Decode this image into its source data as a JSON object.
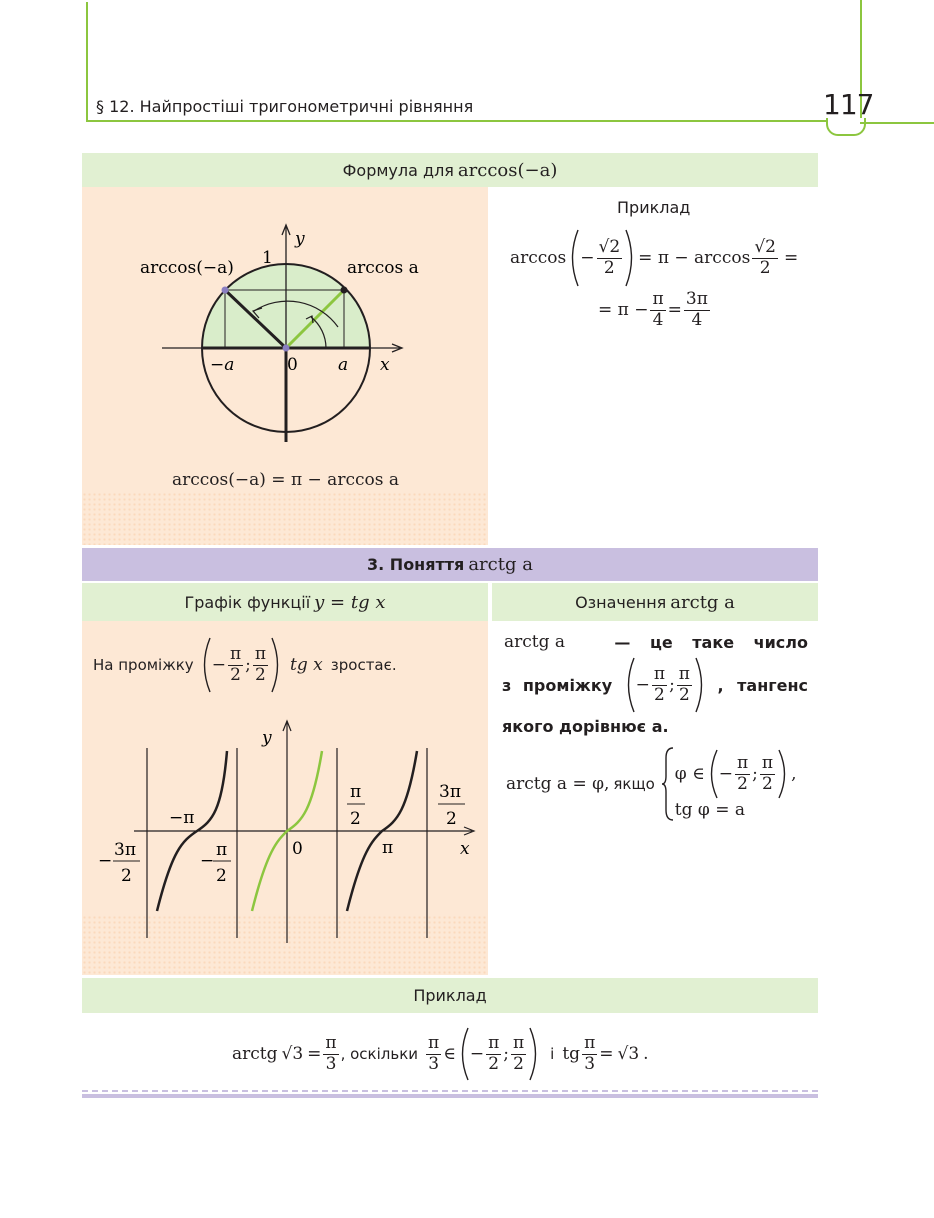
{
  "header": {
    "chapter": "§ 12. Найпростіші тригонометричні рівняння",
    "page": "117"
  },
  "sec_arccos": {
    "title_text": "Формула для ",
    "title_math": "arccos(−a)",
    "example_label": "Приклад",
    "ex_arccos": "arccos",
    "ex_minus": "−",
    "ex_sqrt2": "√2",
    "ex_two": "2",
    "ex_eq_pi_minus_arccos": "= π − arccos",
    "ex_eq": "=",
    "ex_line2_start": "= π −",
    "ex_pi": "π",
    "ex_four": "4",
    "ex_eq2": "=",
    "ex_3pi": "3π",
    "formula": "arccos(−a) = π − arccos a",
    "fig": {
      "y": "y",
      "x": "x",
      "one": "1",
      "zero": "0",
      "a": "a",
      "minus_a": "−a",
      "label_left": "arccos(−a)",
      "label_right": "arccos a"
    }
  },
  "sec_arctg": {
    "title_prefix": "3. Поняття ",
    "title_math": "arctg a",
    "graph_title_text": "Графік функції ",
    "graph_title_math": "y = tg x",
    "def_title_text": "Означення ",
    "def_title_math": "arctg a",
    "interval_text": "На проміжку",
    "minus": "−",
    "pi": "π",
    "two": "2",
    "semicolon": ";",
    "tgx": "tg x",
    "increases": "зростає.",
    "def_a": "arctg a",
    "def_1": "— це таке число",
    "def_2a": "з проміжку",
    "def_2b": ", тангенс",
    "def_3": "якого дорівнює a.",
    "def_eq": "arctg a = φ,",
    "def_if": "якщо",
    "phi_in": "φ ∈",
    "tg_phi": "tg φ = a",
    "comma": ",",
    "fig": {
      "y": "y",
      "x": "x",
      "zero": "0",
      "minus_pi": "−π",
      "pi": "π",
      "pi_half_num": "π",
      "two": "2",
      "three_pi": "3π",
      "minus": "−"
    }
  },
  "example2": {
    "label": "Приклад",
    "arctg": "arctg",
    "sqrt3": "√3",
    "eq": "=",
    "pi": "π",
    "three": "3",
    "since": ", оскільки",
    "in": "∈",
    "minus": "−",
    "two": "2",
    "semicolon": ";",
    "and": "і",
    "tg": "tg",
    "end": "."
  },
  "colors": {
    "green_frame": "#8cc63f",
    "green_band": "#e1f0d2",
    "purple_band": "#c9bfe0",
    "peach": "#fde8d5",
    "circle_fill": "#d9edca",
    "green_line": "#8cc63f",
    "point": "#8a7fc1"
  }
}
